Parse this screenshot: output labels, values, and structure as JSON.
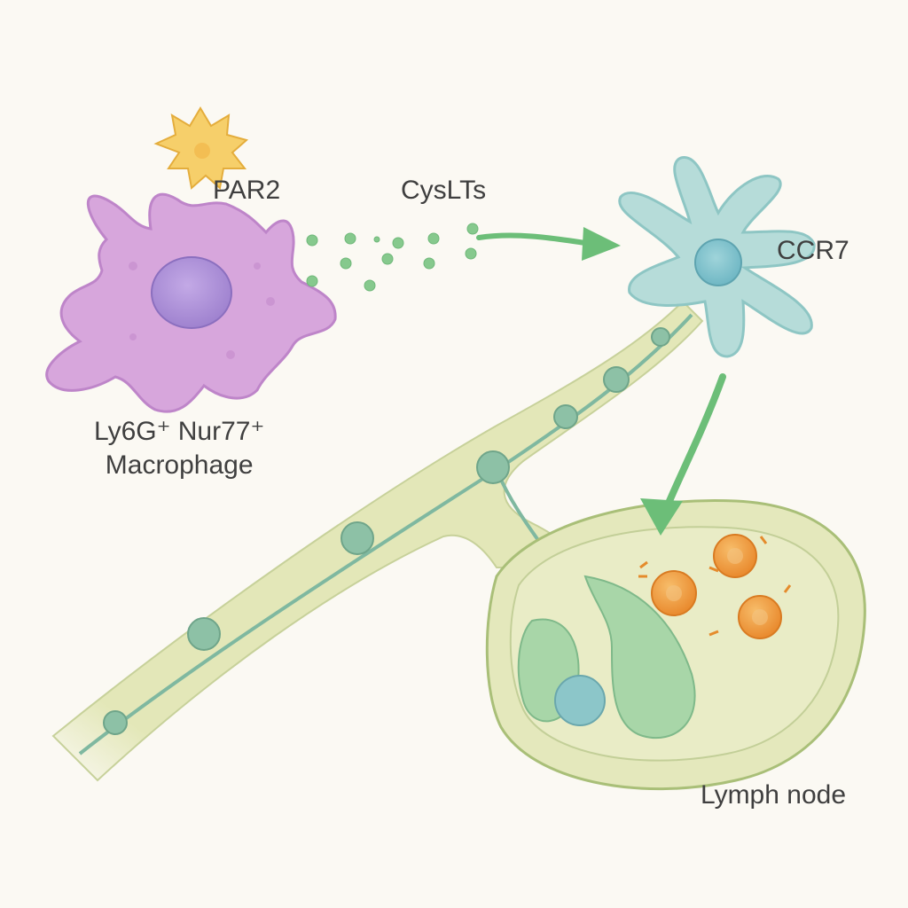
{
  "labels": {
    "par2": "PAR2",
    "cyslts": "CysLTs",
    "ccr7": "CCR7",
    "macrophage_line1": "Ly6G⁺ Nur77⁺",
    "macrophage_line2": "Macrophage",
    "lymph_node": "Lymph node"
  },
  "colors": {
    "background": "#fbf9f3",
    "macrophage": "#d7a6dc",
    "macrophage_nucleus": "#a98ad4",
    "activator": "#f6cf6a",
    "dendritic_cell": "#b6dcd9",
    "dendritic_nucleus": "#7fc3cc",
    "lymph_vessel": "#e3e7b8",
    "lymph_node": "#e4e8bc",
    "arrow": "#6cbe78",
    "particles": "#86c98d",
    "lymphocyte": "#f2a24a"
  },
  "icons": {
    "activator": "spiky-yellow-cell-icon",
    "macrophage": "macrophage-cell-icon",
    "dendritic": "dendritic-cell-icon",
    "lymphocyte": "lymphocyte-icon"
  }
}
